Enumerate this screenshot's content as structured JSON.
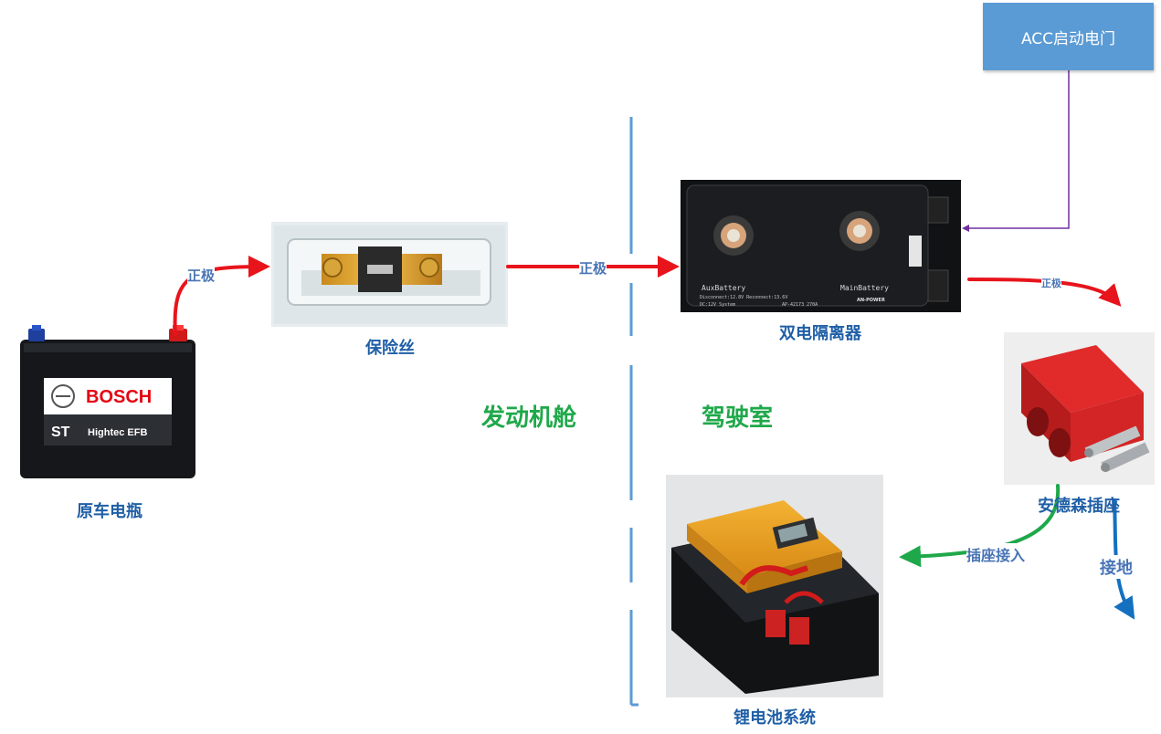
{
  "labels": {
    "battery": "原车电瓶",
    "fuse": "保险丝",
    "isolator": "双电隔离器",
    "anderson": "安德森插座",
    "lithium": "锂电池系统"
  },
  "zones": {
    "engine_bay": "发动机舱",
    "cabin": "驾驶室"
  },
  "acc": "ACC启动电门",
  "arrows": {
    "positive_1": "正极",
    "positive_2": "正极",
    "positive_3": "正极",
    "socket_in": "插座接入",
    "ground": "接地"
  },
  "images": {
    "battery_brand": "BOSCH",
    "battery_series": "ST",
    "battery_model": "Hightec EFB",
    "isolator_aux": "AuxBattery",
    "isolator_main": "MainBattery",
    "isolator_spec1": "Disconnect:12.8V Reconnect:13.6V",
    "isolator_spec2": "DC:12V System",
    "isolator_model": "AP-42173 270A",
    "isolator_brand": "AN-POWER"
  },
  "colors": {
    "label_blue": "#1f5fa6",
    "zone_green": "#1fa84a",
    "wire_red": "#e8141c",
    "acc_purple": "#7030a0",
    "acc_box": "#5b9bd5",
    "divider": "#5b9bd5"
  }
}
